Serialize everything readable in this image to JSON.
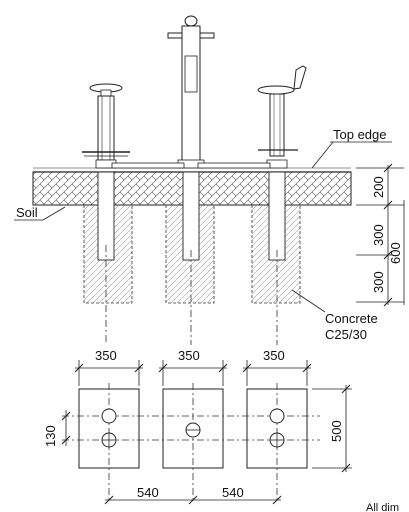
{
  "labels": {
    "top_edge": "Top edge",
    "soil": "Soil",
    "concrete_line1": "Concrete",
    "concrete_line2": "C25/30",
    "all_dim": "All dim"
  },
  "elevation_dims": {
    "d1": "200",
    "d2": "300",
    "d3": "300",
    "total": "600"
  },
  "plan_dims": {
    "width_1": "350",
    "width_2": "350",
    "width_3": "350",
    "depth": "500",
    "offset": "130",
    "spacing_1": "540",
    "spacing_2": "540"
  }
}
